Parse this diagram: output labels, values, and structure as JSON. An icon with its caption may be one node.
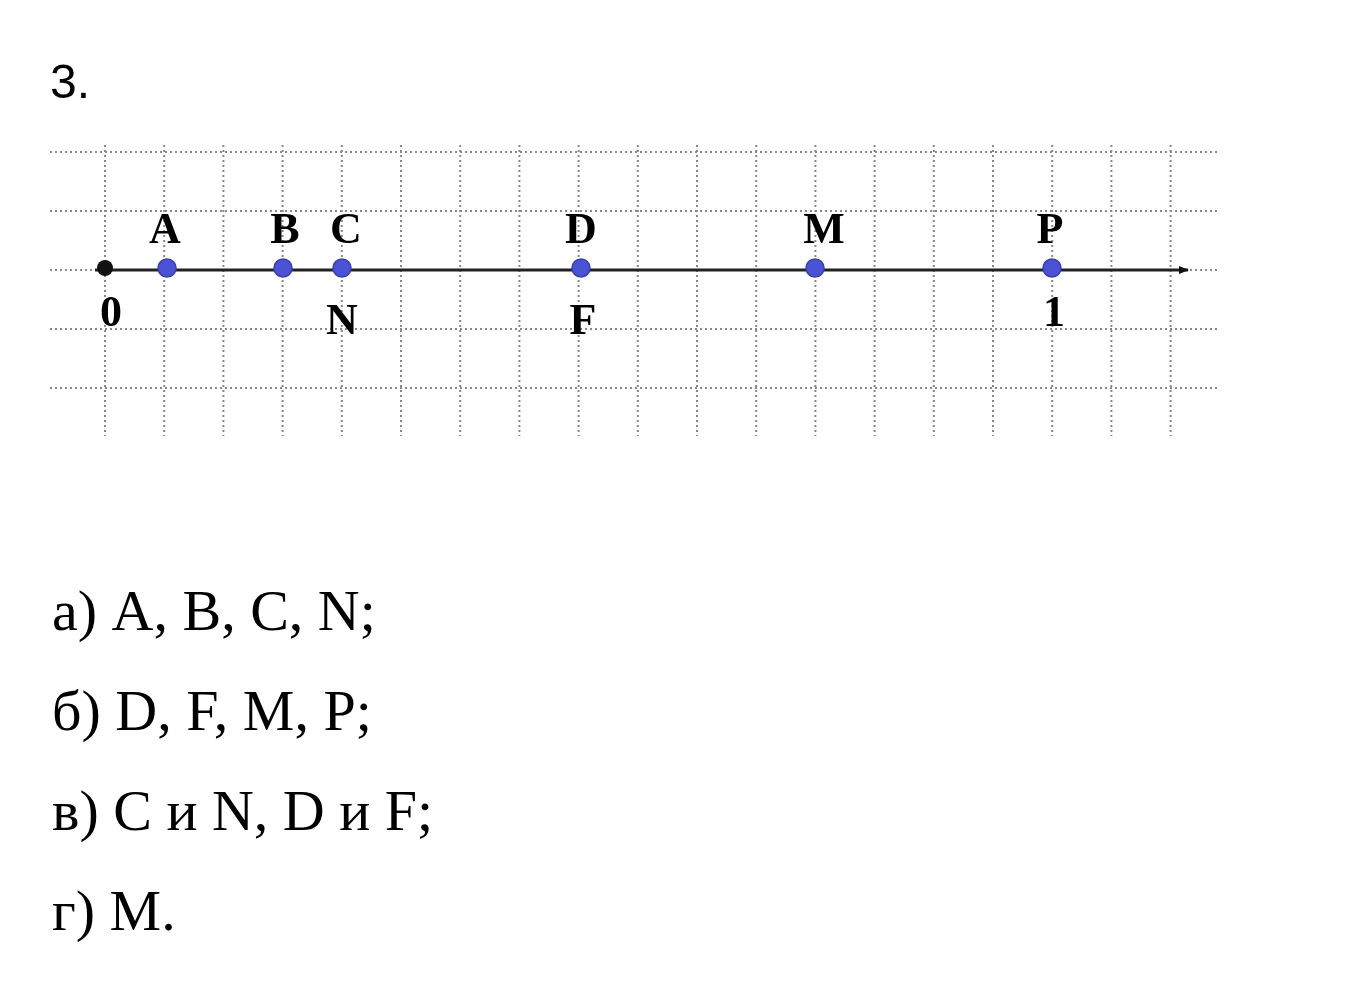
{
  "diagram": {
    "title": "3.",
    "labels": [
      "A",
      "B",
      "C",
      "D",
      "M",
      "P",
      "0",
      "N",
      "F",
      "1",
      "а) A, B, C, N;",
      "б) D, F, M, P;",
      "в) C и N, D и F;",
      "г) M."
    ]
  }
}
